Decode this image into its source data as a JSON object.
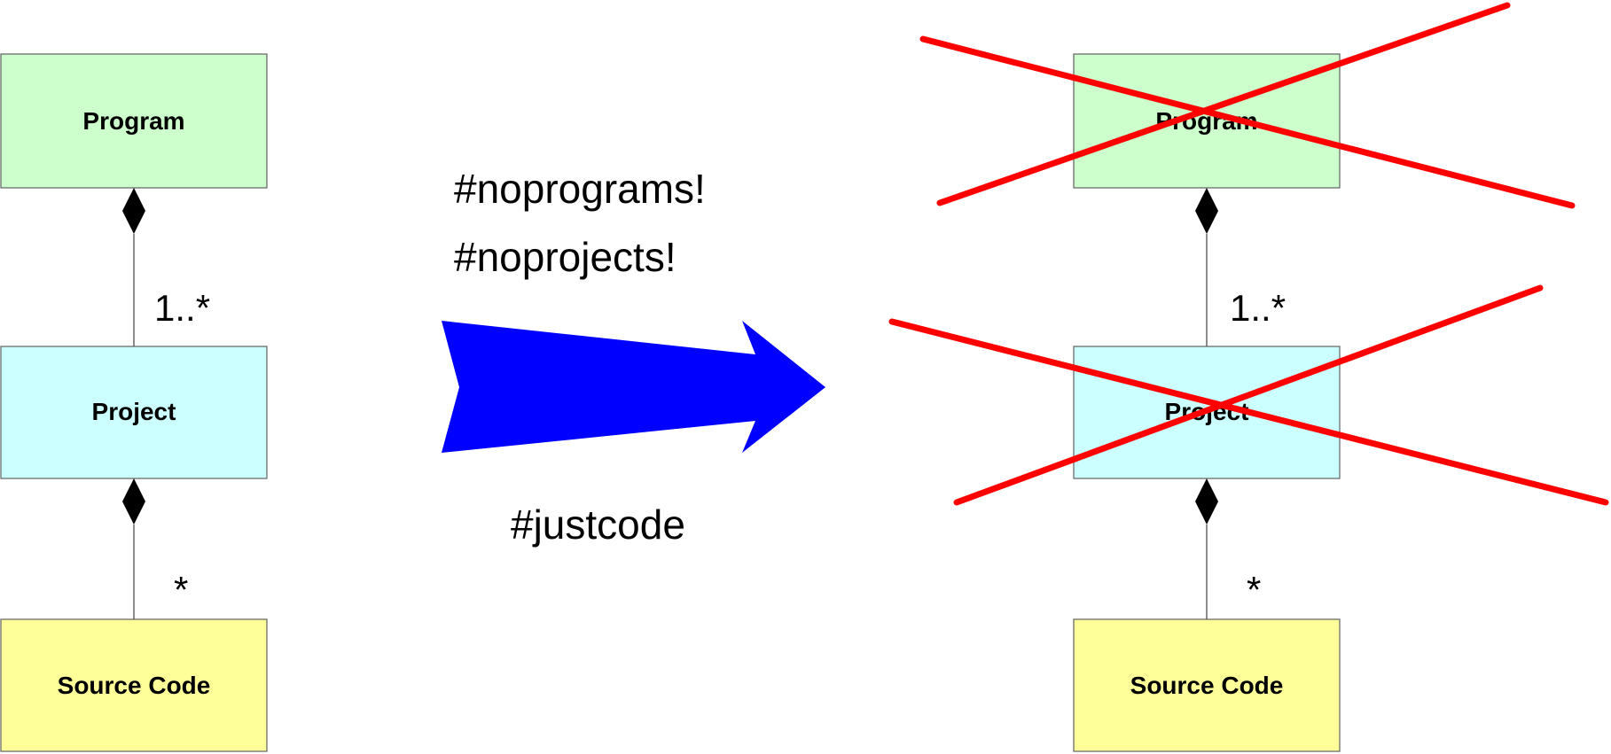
{
  "left_diagram": {
    "program_label": "Program",
    "project_label": "Project",
    "source_label": "Source Code",
    "mult_program_project": "1..*",
    "mult_project_source": "*"
  },
  "middle": {
    "line1": "#noprograms!",
    "line2": "#noprojects!",
    "line3": "#justcode"
  },
  "right_diagram": {
    "program_label": "Program",
    "project_label": "Project",
    "source_label": "Source Code",
    "mult_program_project": "1..*",
    "mult_project_source": "*"
  },
  "colors": {
    "program_fill": "#ccffcc",
    "project_fill": "#ccffff",
    "source_fill": "#ffff99",
    "arrow_fill": "#0000ff",
    "cross_stroke": "#ff0000"
  }
}
